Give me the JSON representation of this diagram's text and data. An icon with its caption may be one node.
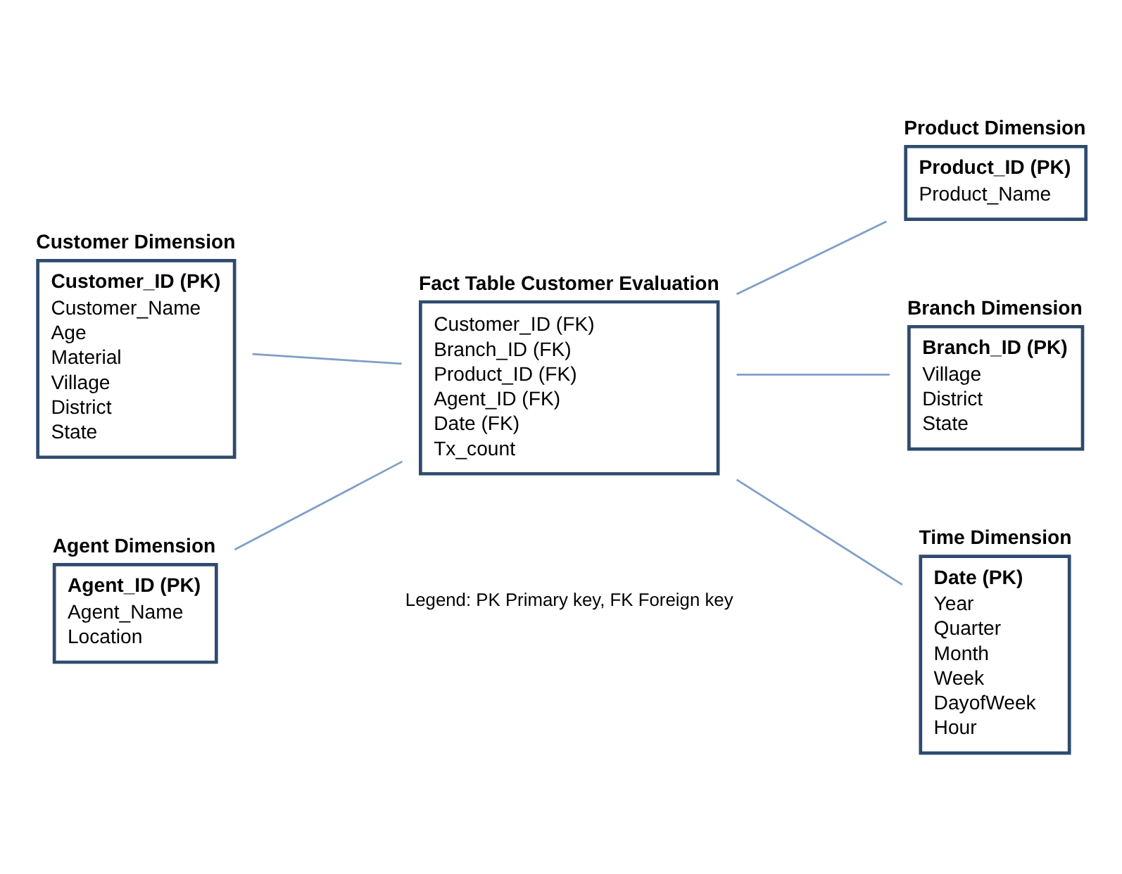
{
  "diagram": {
    "nodes": [
      {
        "text": [
          "Customer Dimension",
          "Customer_ID (PK)",
          "Customer_Name",
          "Age",
          "Material",
          "Village",
          "District",
          "State"
        ]
      },
      {
        "text": [
          "Product Dimension",
          "Product_ID (PK)",
          "Product_Name"
        ]
      },
      {
        "text": [
          "Fact Table Customer Evaluation",
          "Customer_ID (FK)",
          "Branch_ID (FK)",
          "Product_ID (FK)",
          "Agent_ID (FK)",
          "Date (FK)",
          "Tx_count"
        ]
      },
      {
        "text": [
          "Branch Dimension",
          "Branch_ID (PK)",
          "Village",
          "District",
          "State"
        ]
      },
      {
        "text": [
          "Agent Dimension",
          "Agent_ID (PK)",
          "Agent_Name",
          "Location"
        ]
      },
      {
        "text": [
          "Time Dimension",
          "Date (PK)",
          "Year",
          "Quarter",
          "Month",
          "Week",
          "DayofWeek",
          "Hour"
        ]
      }
    ],
    "edges": [
      {
        "from": 0,
        "to": 2,
        "arrow": "none"
      },
      {
        "from": 2,
        "to": 1,
        "arrow": "none"
      },
      {
        "from": 2,
        "to": 3,
        "arrow": "none"
      },
      {
        "from": 4,
        "to": 2,
        "arrow": "none"
      },
      {
        "from": 2,
        "to": 5,
        "arrow": "none"
      }
    ],
    "labels": [
      "Legend: PK Primary key, FK Foreign key"
    ]
  }
}
